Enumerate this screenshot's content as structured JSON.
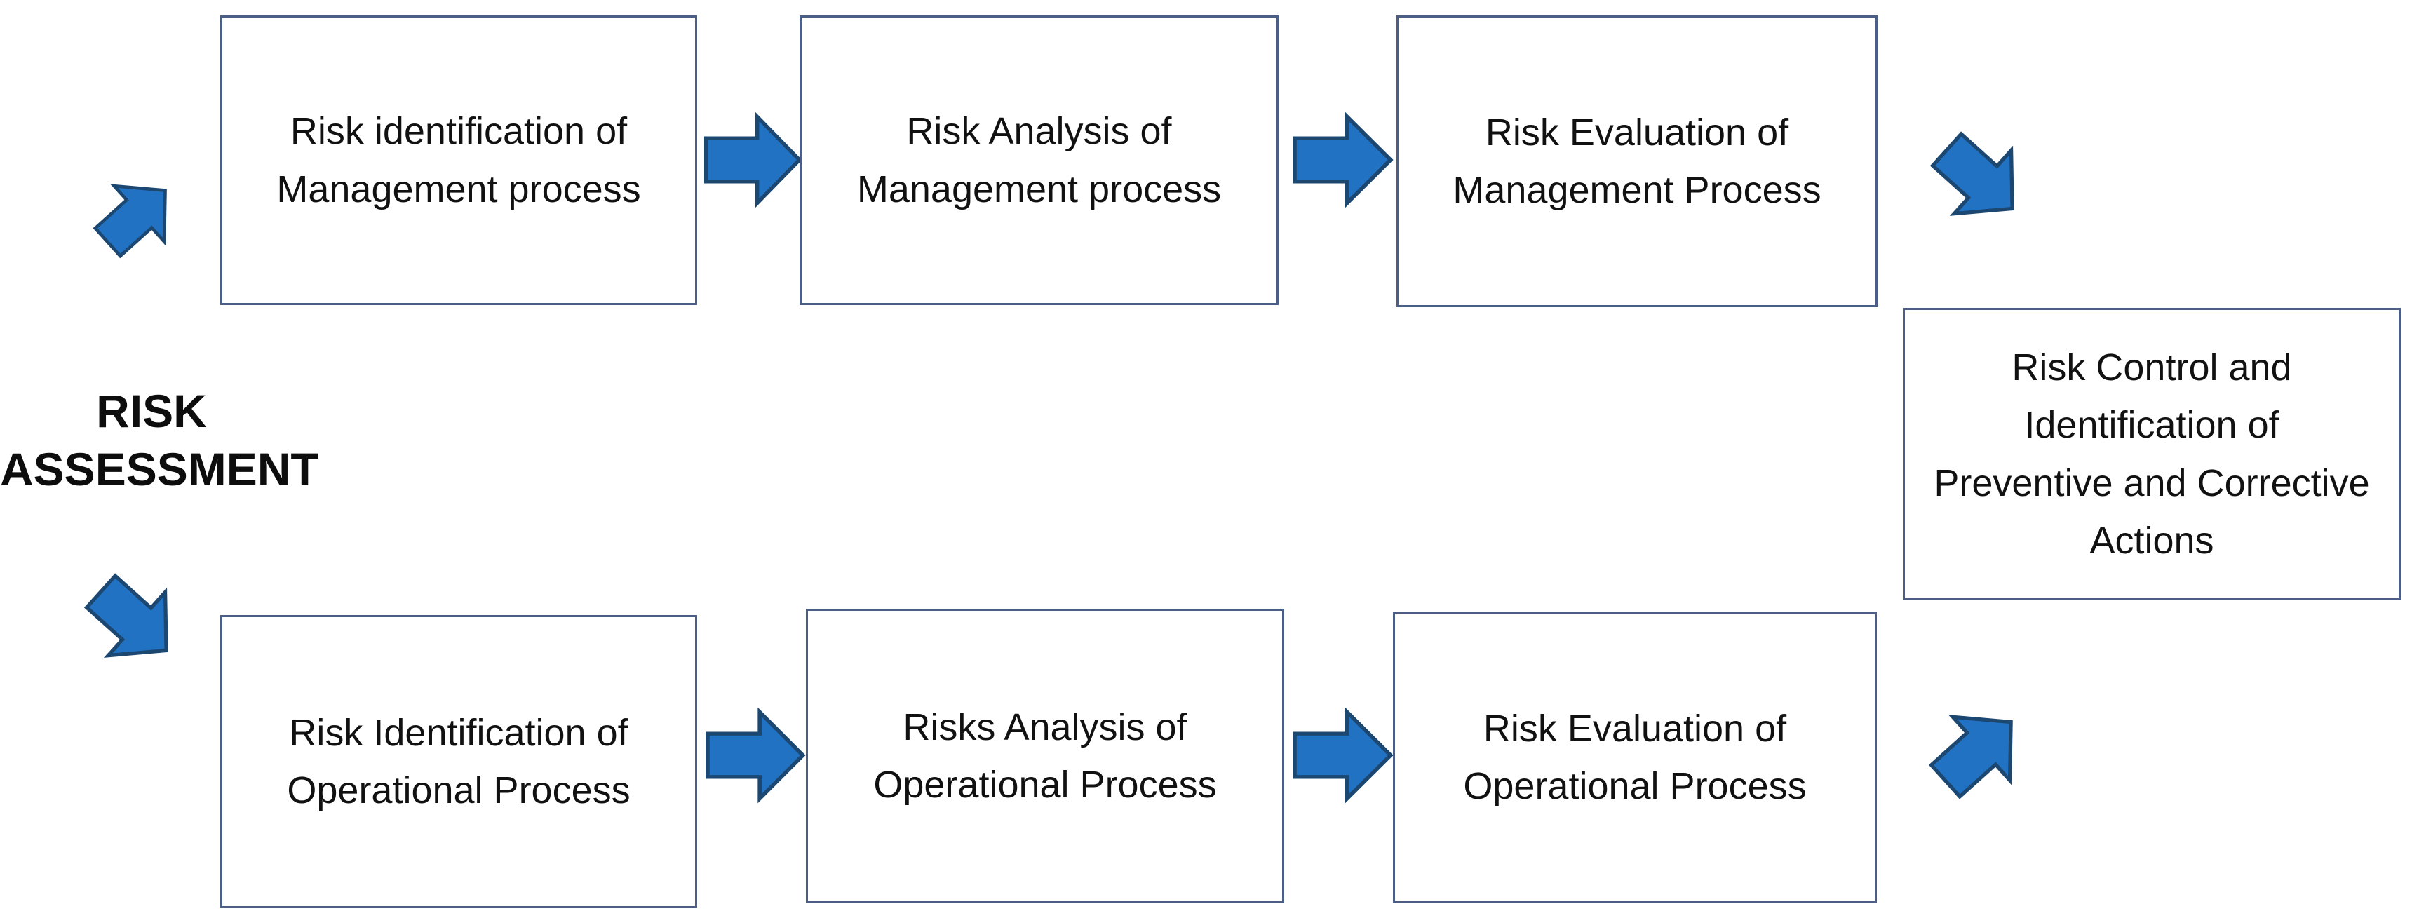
{
  "label": {
    "lines": [
      "RISK",
      "ASSESSMENT"
    ]
  },
  "boxes": {
    "management_identification": {
      "lines": [
        "Risk identification of",
        "Management process"
      ]
    },
    "management_analysis": {
      "lines": [
        "Risk Analysis of",
        "Management process"
      ]
    },
    "management_evaluation": {
      "lines": [
        "Risk Evaluation of",
        "Management Process"
      ]
    },
    "operational_identification": {
      "lines": [
        "Risk Identification of",
        "Operational Process"
      ]
    },
    "operational_analysis": {
      "lines": [
        "Risks Analysis of",
        "Operational Process"
      ]
    },
    "operational_evaluation": {
      "lines": [
        "Risk Evaluation of",
        "Operational Process"
      ]
    },
    "risk_control": {
      "lines": [
        "Risk Control and",
        "Identification of",
        "Preventive and Corrective",
        "Actions"
      ]
    }
  },
  "arrows": {
    "horizontal": "right-block-arrow",
    "diagonal_up": "up-right-block-arrow",
    "diagonal_down": "down-right-block-arrow"
  },
  "colors": {
    "arrow_fill": "#2272C4",
    "arrow_stroke": "#1B4770",
    "box_border": "#4A5E86"
  }
}
